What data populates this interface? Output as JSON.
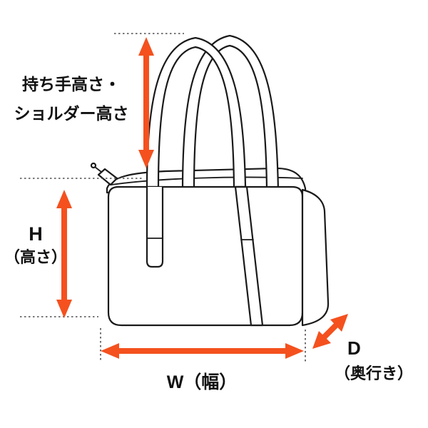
{
  "diagram": {
    "labels": {
      "handle_height_line1": "持ち手高さ・",
      "handle_height_line2": "ショルダー高さ",
      "height_letter": "H",
      "height_sub": "（高さ）",
      "width": "W（幅）",
      "depth_letter": "D",
      "depth_sub": "（奥行き）"
    },
    "colors": {
      "accent_arrow": "#F4511E",
      "line": "#1A1A1A",
      "background": "#FFFFFF"
    }
  }
}
